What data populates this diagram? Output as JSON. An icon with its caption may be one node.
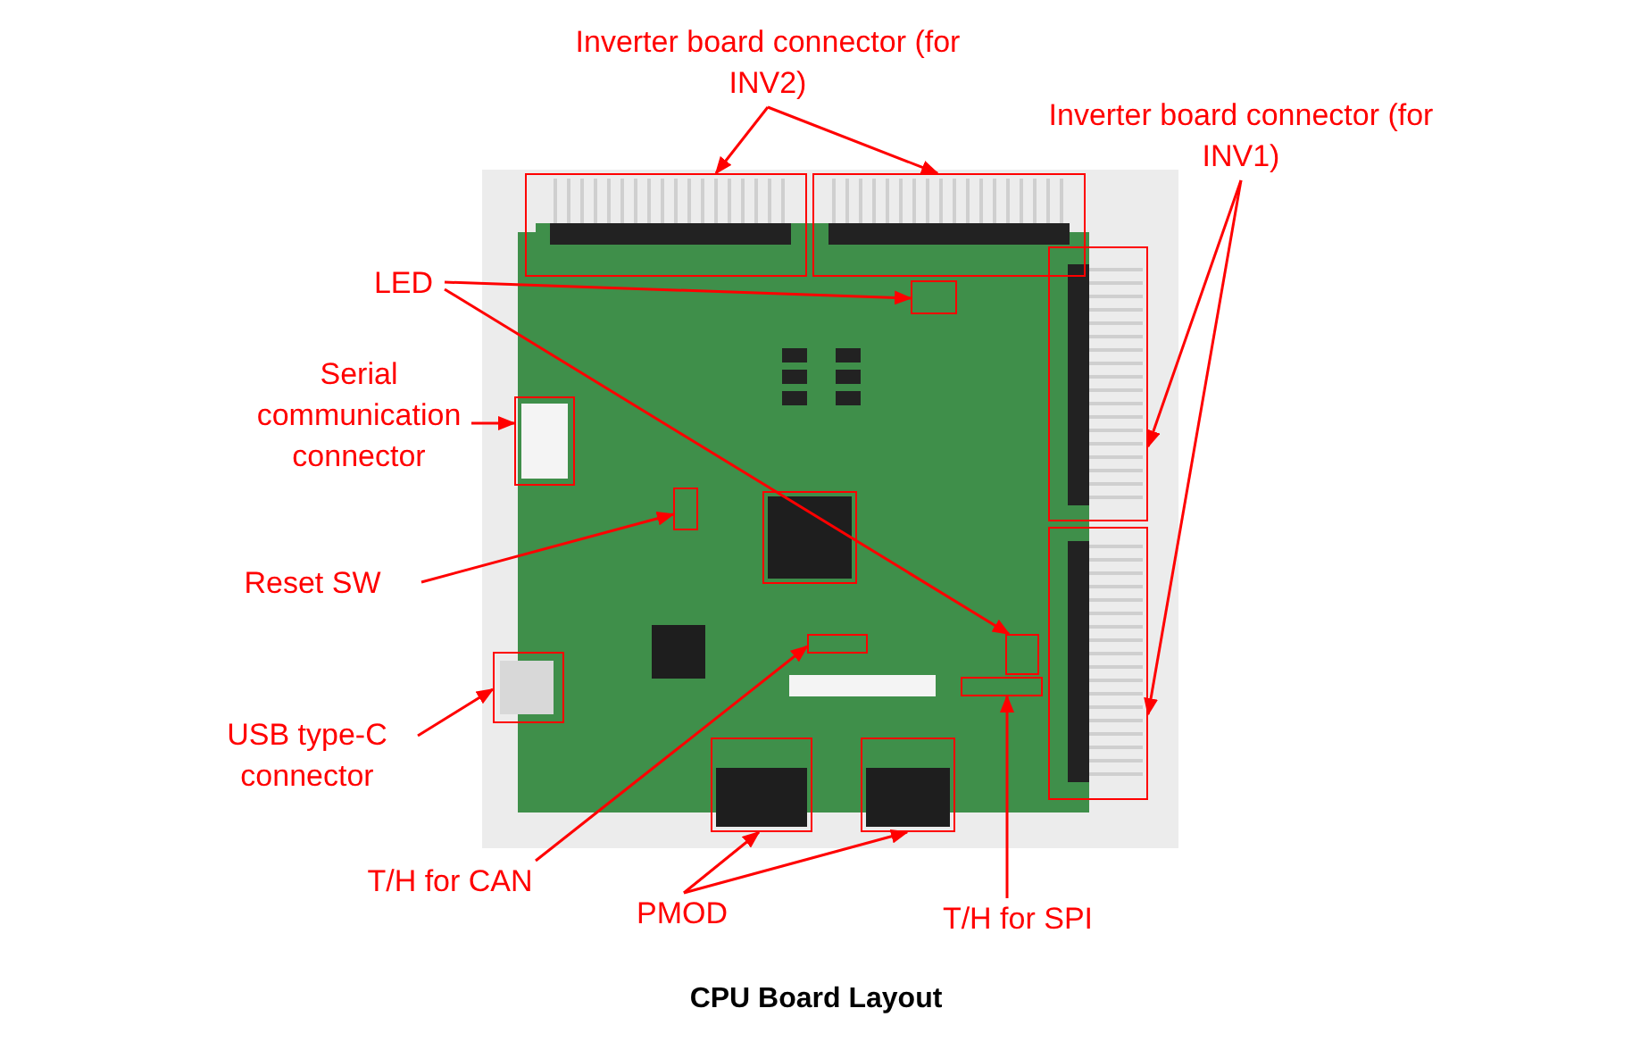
{
  "diagram": {
    "caption": "CPU Board Layout",
    "nodes": [
      {
        "text": [
          "Inverter board connector (for INV2)"
        ]
      },
      {
        "text": [
          "Inverter board connector (for INV1)"
        ]
      },
      {
        "text": [
          "LED"
        ]
      },
      {
        "text": [
          "Serial communication connector"
        ]
      },
      {
        "text": [
          "Reset SW"
        ]
      },
      {
        "text": [
          "USB type-C connector"
        ]
      },
      {
        "text": [
          "T/H for CAN"
        ]
      },
      {
        "text": [
          "PMOD"
        ]
      },
      {
        "text": [
          "T/H for SPI"
        ]
      },
      {
        "text": [],
        "shape": "box"
      },
      {
        "text": [],
        "shape": "box"
      },
      {
        "text": [],
        "shape": "box"
      },
      {
        "text": [],
        "shape": "box"
      },
      {
        "text": [],
        "shape": "box"
      },
      {
        "text": [],
        "shape": "box"
      },
      {
        "text": [],
        "shape": "box"
      },
      {
        "text": [],
        "shape": "box"
      },
      {
        "text": [],
        "shape": "box"
      },
      {
        "text": [],
        "shape": "box"
      },
      {
        "text": [],
        "shape": "box"
      },
      {
        "text": [],
        "shape": "box"
      },
      {
        "text": [],
        "shape": "box"
      },
      {
        "text": [],
        "shape": "box"
      }
    ],
    "edges": [
      {
        "from": 0,
        "to": 9,
        "arrow": "to"
      },
      {
        "from": 0,
        "to": 10,
        "arrow": "to"
      },
      {
        "from": 1,
        "to": 11,
        "arrow": "to"
      },
      {
        "from": 1,
        "to": 12,
        "arrow": "to"
      },
      {
        "from": 2,
        "to": 13,
        "arrow": "to"
      },
      {
        "from": 2,
        "to": 17,
        "arrow": "to"
      },
      {
        "from": 3,
        "to": 14,
        "arrow": "to"
      },
      {
        "from": 4,
        "to": 15,
        "arrow": "to"
      },
      {
        "from": 5,
        "to": 19,
        "arrow": "to"
      },
      {
        "from": 6,
        "to": 18,
        "arrow": "to"
      },
      {
        "from": 7,
        "to": 21,
        "arrow": "to"
      },
      {
        "from": 7,
        "to": 22,
        "arrow": "to"
      },
      {
        "from": 8,
        "to": 20,
        "arrow": "to"
      }
    ]
  }
}
